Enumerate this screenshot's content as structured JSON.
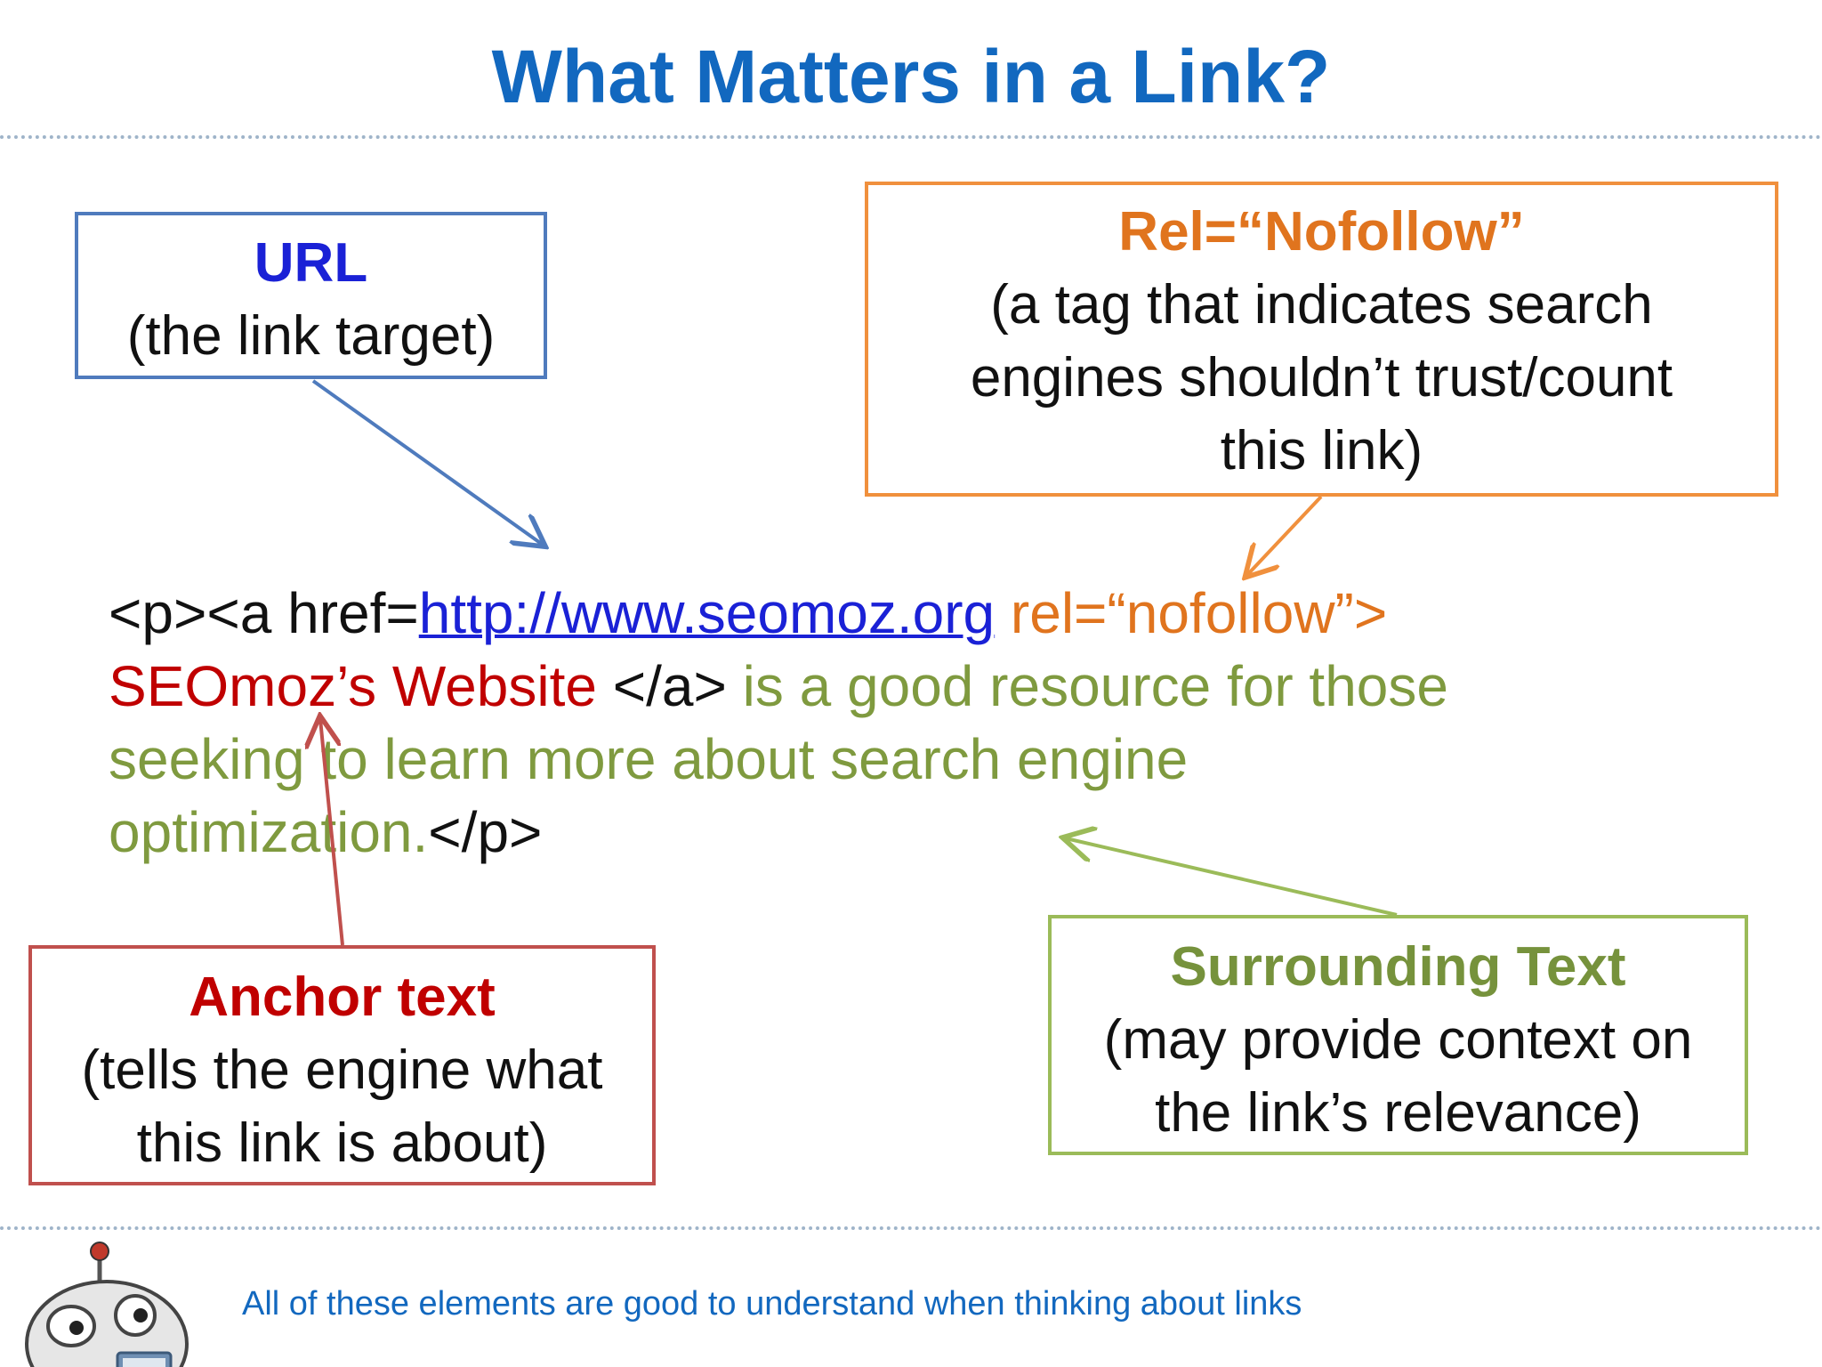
{
  "title": "What Matters in a Link?",
  "boxes": {
    "url": {
      "head": "URL",
      "desc": "(the link target)"
    },
    "nofollow": {
      "head": "Rel=“Nofollow”",
      "desc_lines": [
        "(a tag that indicates search",
        "engines shouldn’t trust/count",
        "this link)"
      ]
    },
    "anchor": {
      "head": "Anchor text",
      "desc_lines": [
        "(tells the engine what",
        "this link is about)"
      ]
    },
    "surrounding": {
      "head": "Surrounding Text",
      "desc_lines": [
        "(may provide context on",
        "the link’s relevance)"
      ]
    }
  },
  "code": {
    "open_tags": "<p><a href=",
    "url": "http://www.seomoz.org",
    "rel": " rel=“nofollow”>",
    "anchor": "SEOmoz’s Website",
    "close_a": " </a> ",
    "surround_1": "is a good resource for those",
    "surround_2": "seeking to learn more about search engine",
    "surround_3": "optimization.",
    "close_p": "</p>"
  },
  "colors": {
    "title": "#1268bf",
    "url": "#1a21d6",
    "url_box": "#4f7bbd",
    "nofollow": "#e0741e",
    "nofollow_box": "#f0903d",
    "anchor": "#c00000",
    "anchor_box": "#c0504d",
    "surrounding": "#76923c",
    "surrounding_box": "#9bbb59"
  },
  "footer": {
    "note": "All of these elements are good to understand when thinking about links",
    "mascot_icon": "robot-mascot-icon"
  }
}
